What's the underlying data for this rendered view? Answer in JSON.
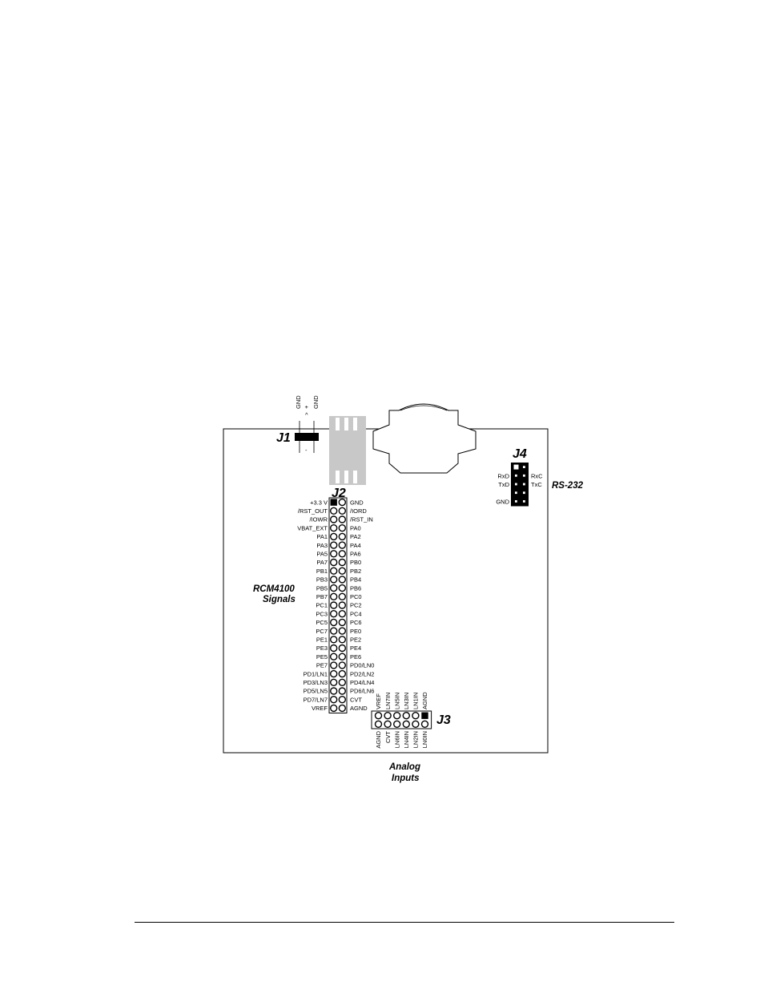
{
  "board": {
    "j1": {
      "label": "J1",
      "pins": [
        "GND",
        "+",
        "GND"
      ],
      "bottom_mark": "-"
    },
    "j2": {
      "label": "J2",
      "caption": [
        "RCM4100",
        "Signals"
      ],
      "left_pins": [
        "+3.3 V",
        "/RST_OUT",
        "/IOWR",
        "VBAT_EXT",
        "PA1",
        "PA3",
        "PA5",
        "PA7",
        "PB1",
        "PB3",
        "PB5",
        "PB7",
        "PC1",
        "PC3",
        "PC5",
        "PC7",
        "PE1",
        "PE3",
        "PE5",
        "PE7",
        "PD1/LN1",
        "PD3/LN3",
        "PD5/LN5",
        "PD7/LN7",
        "VREF"
      ],
      "right_pins": [
        "GND",
        "/IORD",
        "/RST_IN",
        "PA0",
        "PA2",
        "PA4",
        "PA6",
        "PB0",
        "PB2",
        "PB4",
        "PB6",
        "PC0",
        "PC2",
        "PC4",
        "PC6",
        "PE0",
        "PE2",
        "PE4",
        "PE6",
        "PD0/LN0",
        "PD2/LN2",
        "PD4/LN4",
        "PD6/LN6",
        "CVT",
        "AGND"
      ]
    },
    "j3": {
      "label": "J3",
      "caption": [
        "Analog",
        "Inputs"
      ],
      "top_pins": [
        "VREF",
        "LN7IN",
        "LN5IN",
        "LN3IN",
        "LN1IN",
        "AGND"
      ],
      "bottom_pins": [
        "AGND",
        "CVT",
        "LN6IN",
        "LN4IN",
        "LN2IN",
        "LN0IN"
      ]
    },
    "j4": {
      "label": "J4",
      "caption": "RS-232",
      "left_pins": [
        "RxD",
        "TxD",
        "",
        "GND"
      ],
      "right_pins": [
        "RxC",
        "TxC",
        "",
        ""
      ]
    }
  }
}
